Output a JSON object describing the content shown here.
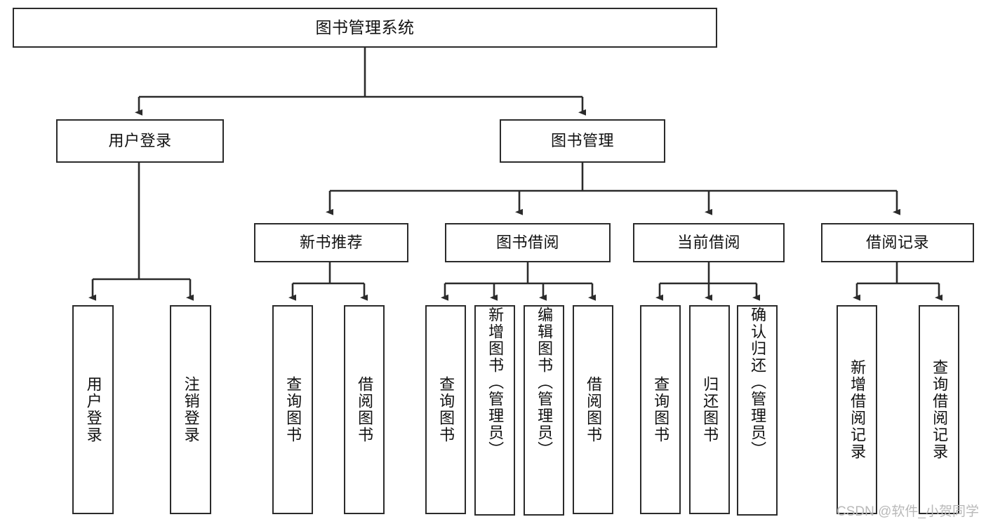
{
  "diagram": {
    "title": "图书管理系统",
    "type": "hierarchy-tree",
    "watermark": "CSDN @软件_小贺同学",
    "colors": {
      "box_border": "#2b2b2b",
      "box_fill": "#ffffff",
      "connector": "#2b2b2b",
      "text": "#111111",
      "watermark": "#b9b9b9",
      "background": "#ffffff"
    },
    "levels": {
      "root": {
        "label": "图书管理系统"
      },
      "level2": [
        {
          "label": "用户登录"
        },
        {
          "label": "图书管理"
        }
      ],
      "level3": [
        {
          "label": "新书推荐"
        },
        {
          "label": "图书借阅"
        },
        {
          "label": "当前借阅"
        },
        {
          "label": "借阅记录"
        }
      ],
      "leaves_user_login": [
        {
          "label": "用户登录"
        },
        {
          "label": "注销登录"
        }
      ],
      "leaves_new_book": [
        {
          "label": "查询图书"
        },
        {
          "label": "借阅图书"
        }
      ],
      "leaves_borrow": [
        {
          "label": "查询图书"
        },
        {
          "label": "新增图书（管理员）"
        },
        {
          "label": "编辑图书（管理员）"
        },
        {
          "label": "借阅图书"
        }
      ],
      "leaves_current": [
        {
          "label": "查询图书"
        },
        {
          "label": "归还图书"
        },
        {
          "label": "确认归还（管理员）"
        }
      ],
      "leaves_records": [
        {
          "label": "新增借阅记录"
        },
        {
          "label": "查询借阅记录"
        }
      ]
    }
  }
}
